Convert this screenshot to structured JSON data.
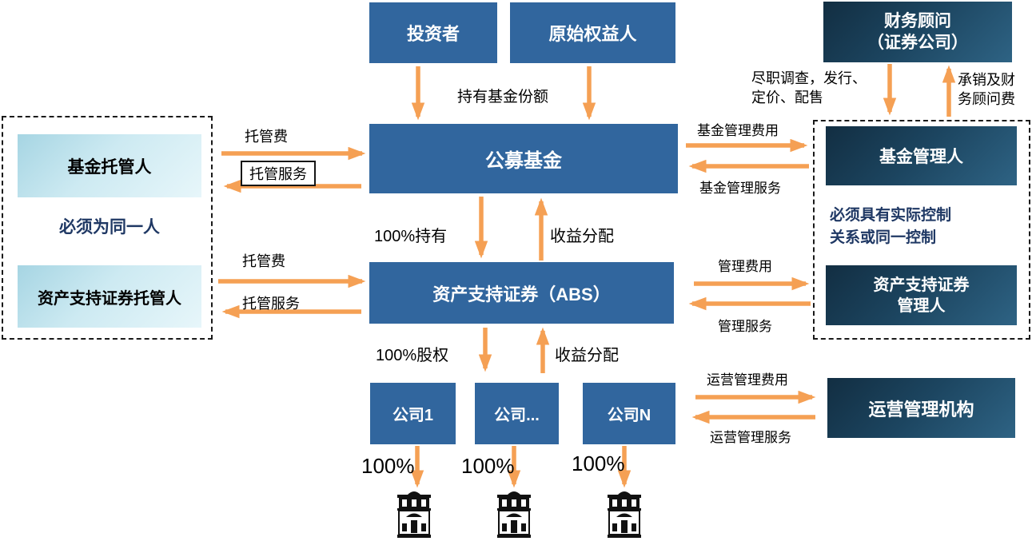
{
  "nodes": {
    "investor": "投资者",
    "original_holder": "原始权益人",
    "financial_advisor_line1": "财务顾问",
    "financial_advisor_line2": "（证券公司）",
    "public_fund": "公募基金",
    "abs": "资产支持证券（ABS）",
    "fund_custodian": "基金托管人",
    "abs_custodian": "资产支持证券托管人",
    "fund_manager": "基金管理人",
    "abs_manager_line1": "资产支持证券",
    "abs_manager_line2": "管理人",
    "operation_manager": "运营管理机构",
    "company1": "公司1",
    "company_dots": "公司...",
    "companyN": "公司N"
  },
  "notes": {
    "same_person": "必须为同一人",
    "control_line1": "必须具有实际控制",
    "control_line2": "关系或同一控制"
  },
  "edge_labels": {
    "hold_fund_share": "持有基金份额",
    "custody_fee_top": "托管费",
    "custody_service_top": "托管服务",
    "custody_fee_bottom": "托管费",
    "custody_service_bottom": "托管服务",
    "hold_100": "100%持有",
    "income_dist_top": "收益分配",
    "equity_100": "100%股权",
    "income_dist_bottom": "收益分配",
    "fund_mgmt_fee": "基金管理费用",
    "fund_mgmt_service": "基金管理服务",
    "mgmt_fee": "管理费用",
    "mgmt_service": "管理服务",
    "due_diligence_line1": "尽职调查，发行、",
    "due_diligence_line2": "定价、配售",
    "underwriting_line1": "承销及财",
    "underwriting_line2": "务顾问费",
    "op_mgmt_fee": "运营管理费用",
    "op_mgmt_service": "运营管理服务",
    "pct_1": "100%",
    "pct_2": "100%",
    "pct_3": "100%"
  },
  "colors": {
    "box_blue": "#31669E",
    "box_dark_start": "#122e42",
    "box_dark_end": "#2e6384",
    "box_light_start": "#a6d5e3",
    "box_light_end": "#e7f6fa",
    "arrow_orange": "#F5A054",
    "note_blue": "#1F3864",
    "text_black": "#000000",
    "dashed_border": "#1a1a1a"
  }
}
